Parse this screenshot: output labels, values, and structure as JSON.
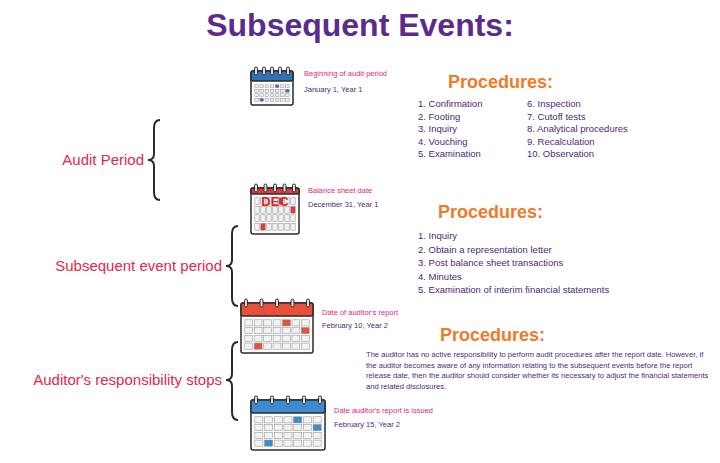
{
  "diagram": {
    "title": "Subsequent Events:",
    "nodes": [
      {
        "text": [
          "Beginning of audit period",
          "January 1, Year 1"
        ]
      },
      {
        "text": [
          "DEC",
          "Balance sheet date",
          "December 31, Year 1"
        ]
      },
      {
        "text": [
          "Date of auditor's report",
          "February 10, Year 2"
        ]
      },
      {
        "text": [
          "Date auditor's report is issued",
          "February 15, Year 2"
        ]
      }
    ],
    "labels": [
      "Procedures:",
      "1. Confirmation",
      "2. Footing",
      "3. Inquiry",
      "4. Vouching",
      "5. Examination",
      "6. Inspection",
      "7. Cutoff tests",
      "8. Analytical procedures",
      "9. Recalculation",
      "10. Observation",
      "Audit Period",
      "Procedures:",
      "1. Inquiry",
      "2. Obtain a representation letter",
      "3. Post balance sheet transactions",
      "4. Minutes",
      "5. Examination of interim financial statements",
      "Subsequent event period",
      "Procedures:",
      "The auditor has no active responsibility to perform audit procedures after the report date. However, if the auditor becomes aware of any information relating to the subsequent events before the report release date, then the auditor should consider whether its necessary to adjust the financial statements and related disclosures.",
      "Auditor's responsibility stops"
    ]
  }
}
